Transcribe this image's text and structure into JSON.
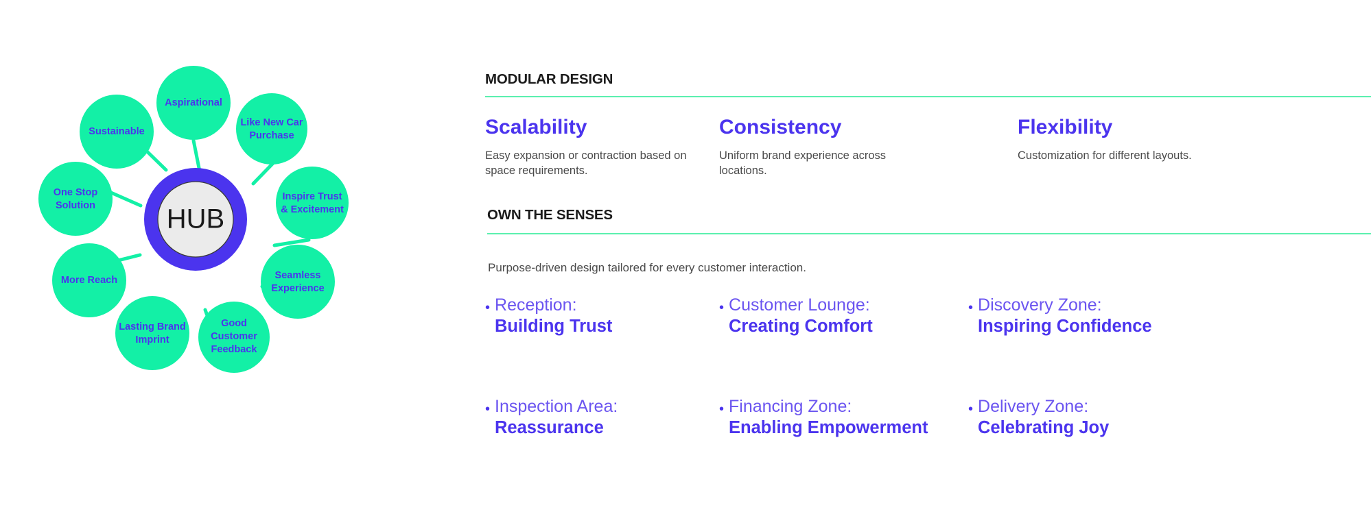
{
  "diagram": {
    "center": {
      "label": "HUB"
    },
    "nodes": [
      {
        "label": "Aspirational",
        "lines": [
          "Aspirational"
        ]
      },
      {
        "label": "Like New Car Purchase",
        "lines": [
          "Like New Car",
          "Purchase"
        ]
      },
      {
        "label": "Inspire Trust & Excitement",
        "lines": [
          "Inspire Trust",
          "& Excitement"
        ]
      },
      {
        "label": "Seamless Experience",
        "lines": [
          "Seamless",
          "Experience"
        ]
      },
      {
        "label": "Good Customer Feedback",
        "lines": [
          "Good",
          "Customer",
          "Feedback"
        ]
      },
      {
        "label": "Lasting Brand Imprint",
        "lines": [
          "Lasting Brand",
          "Imprint"
        ]
      },
      {
        "label": "More Reach",
        "lines": [
          "More Reach"
        ]
      },
      {
        "label": "One Stop Solution",
        "lines": [
          "One Stop",
          "Solution"
        ]
      },
      {
        "label": "Sustainable",
        "lines": [
          "Sustainable"
        ]
      }
    ],
    "colors": {
      "node_fill": "#13F0A6",
      "ring": "#4B34EE",
      "center_fill": "#ebebeb",
      "center_stroke": "#3a3a3a",
      "connector": "#13F0A6",
      "label_text": "#4B34EE"
    }
  },
  "modular_design": {
    "kicker": "MODULAR DESIGN",
    "columns": [
      {
        "title": "Scalability",
        "desc": "Easy expansion or contraction based on space requirements."
      },
      {
        "title": "Consistency",
        "desc": "Uniform brand experience across locations."
      },
      {
        "title": "Flexibility",
        "desc": "Customization for different layouts."
      }
    ]
  },
  "own_the_senses": {
    "kicker": "OWN THE SENSES",
    "intro": "Purpose-driven design tailored for every customer interaction.",
    "bullet_glyph": "•",
    "zones": [
      {
        "label": "Reception:",
        "value": "Building Trust"
      },
      {
        "label": "Customer Lounge:",
        "value": "Creating Comfort"
      },
      {
        "label": "Discovery Zone:",
        "value": "Inspiring Confidence"
      },
      {
        "label": "Inspection Area:",
        "value": "Reassurance"
      },
      {
        "label": "Financing Zone:",
        "value": "Enabling Empowerment"
      },
      {
        "label": "Delivery Zone:",
        "value": "Celebrating Joy"
      }
    ]
  },
  "theme": {
    "accent_purple": "#4B34EE",
    "accent_green": "#13F0A6",
    "rule_green": "#5BF0AF",
    "heading_dark": "#1b1b1b",
    "body_gray": "#4a4a4a",
    "background": "#ffffff"
  }
}
